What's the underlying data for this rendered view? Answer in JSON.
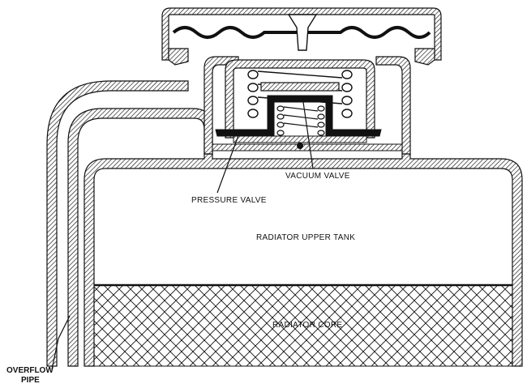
{
  "diagram": {
    "labels": {
      "vacuum_valve": "VACUUM VALVE",
      "pressure_valve": "PRESSURE VALVE",
      "radiator_upper_tank": "RADIATOR UPPER TANK",
      "radiator_core": "RADIATOR CORE",
      "overflow_line1": "OVERFLOW",
      "overflow_line2": "PIPE"
    },
    "colors": {
      "ink": "#111111",
      "paper": "#ffffff"
    }
  }
}
